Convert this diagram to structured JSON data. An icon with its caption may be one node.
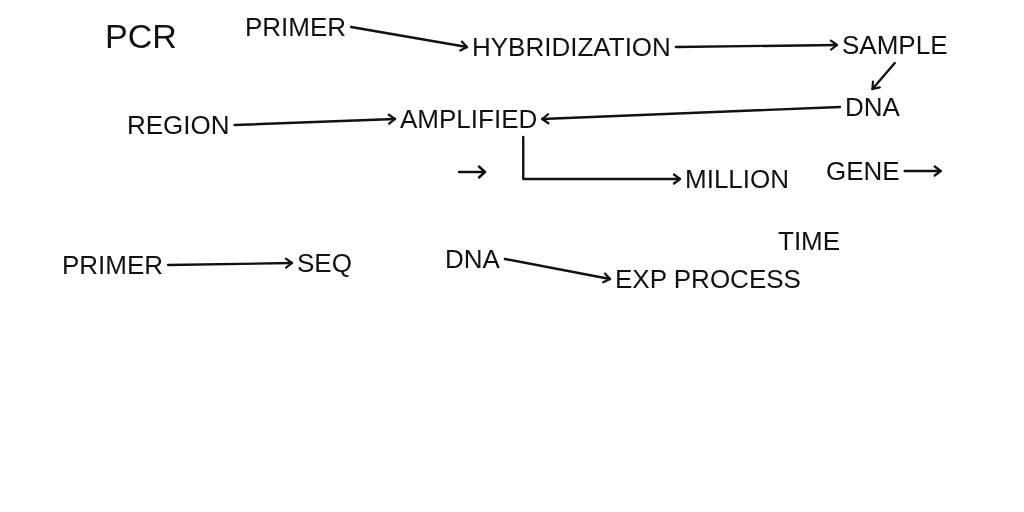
{
  "diagram": {
    "nodes": [
      {
        "text": [
          "PRIMER"
        ]
      },
      {
        "text": [
          "HYBRIDIZATION"
        ]
      },
      {
        "text": [
          "SAMPLE"
        ]
      },
      {
        "text": [
          "REGION"
        ]
      },
      {
        "text": [
          "AMPLIFIED"
        ]
      },
      {
        "text": [
          "DNA"
        ]
      },
      {
        "text": [
          "MILLION"
        ]
      },
      {
        "text": [
          "GENE"
        ]
      },
      {
        "text": [
          "PRIMER"
        ]
      },
      {
        "text": [
          "SEQ"
        ]
      },
      {
        "text": [
          "DNA"
        ]
      },
      {
        "text": [
          "EXP PROCESS"
        ]
      }
    ],
    "edges": [
      {
        "from": 0,
        "to": 1,
        "arrow": "to"
      },
      {
        "from": 1,
        "to": 2,
        "arrow": "to"
      },
      {
        "from": 2,
        "to": 5,
        "arrow": "to"
      },
      {
        "from": 3,
        "to": 4,
        "arrow": "to"
      },
      {
        "from": 5,
        "to": 4,
        "arrow": "to"
      },
      {
        "from": 4,
        "to": 6,
        "arrow": "to"
      },
      {
        "from": 7,
        "to": null,
        "arrow": "to"
      },
      {
        "from": 8,
        "to": 9,
        "arrow": "to"
      },
      {
        "from": 10,
        "to": 11,
        "arrow": "to"
      }
    ],
    "labels": [
      "PCR",
      "TIME"
    ]
  }
}
